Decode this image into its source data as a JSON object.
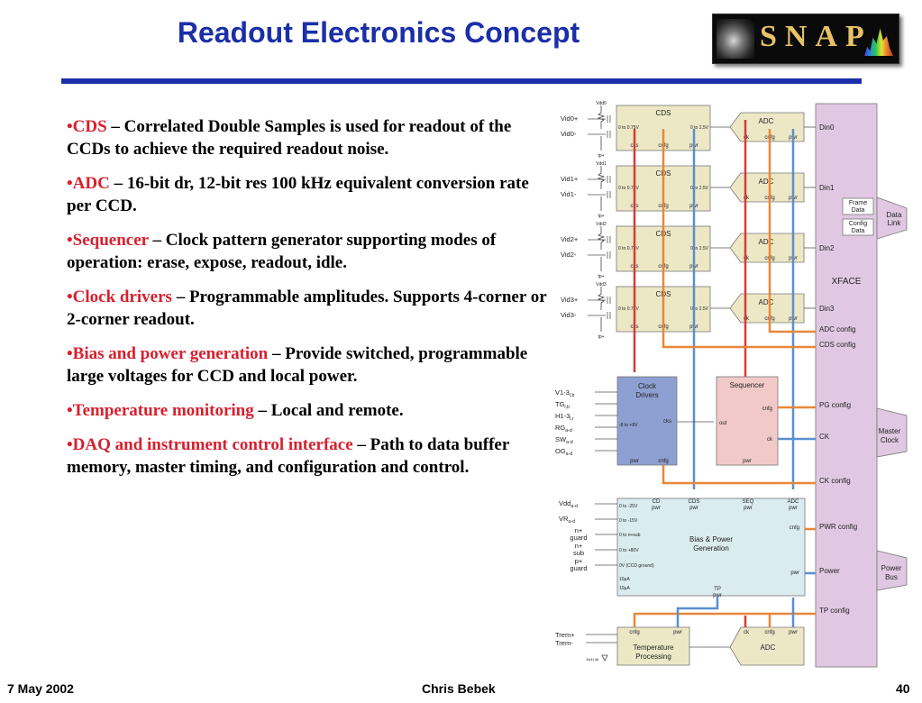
{
  "title": "Readout Electronics Concept",
  "logo": {
    "text": "SNAP"
  },
  "bullets": [
    {
      "term": "CDS",
      "text": " – Correlated Double Samples is used for readout of the CCDs to achieve the required readout noise."
    },
    {
      "term": "ADC",
      "text": " – 16-bit dr, 12-bit res 100 kHz equivalent conversion rate per CCD."
    },
    {
      "term": "Sequencer",
      "text": " – Clock pattern generator supporting modes of operation: erase, expose, readout, idle."
    },
    {
      "term": "Clock drivers",
      "text": " – Programmable amplitudes.  Supports 4-corner or 2-corner readout."
    },
    {
      "term": "Bias and power generation",
      "text": " – Provide switched, programmable large voltages for CCD and local power."
    },
    {
      "term": "Temperature monitoring",
      "text": " – Local and remote."
    },
    {
      "term": "DAQ and instrument control interface",
      "text": " – Path to data buffer memory, master timing, and configuration and control."
    }
  ],
  "footer": {
    "date": "7 May 2002",
    "author": "Chris Bebek",
    "page": "40"
  },
  "diagram": {
    "channels": [
      {
        "vdd": "Vdd0",
        "vp": "Vid0+",
        "vm": "Vid0-",
        "din": "Din0"
      },
      {
        "vdd": "Vdd1",
        "vp": "Vid1+",
        "vm": "Vid1-",
        "din": "Din1"
      },
      {
        "vdd": "Vdd2",
        "vp": "Vid2+",
        "vm": "Vid2-",
        "din": "Din2"
      },
      {
        "vdd": "Vdd3",
        "vp": "Vid3+",
        "vm": "Vid3-",
        "din": "Din3"
      }
    ],
    "cds": {
      "title": "CDS",
      "range_in": "0 to 0.75V",
      "range_out": "0 to 2.5V",
      "cks": "cks",
      "cnfg": "cnfg",
      "pwr": "pwr",
      "tp": "tp+"
    },
    "adc": {
      "title": "ADC",
      "ck": "ck",
      "cnfg": "cnfg",
      "pwr": "pwr"
    },
    "xface": "XFACE",
    "frame_data": "Frame Data",
    "config_data": "Config Data",
    "data_link": "Data Link",
    "master_clock": "Master Clock",
    "power_bus": "Power Bus",
    "xface_labels": [
      "ADC config",
      "CDS config",
      "PG config",
      "CK",
      "CK config",
      "PWR config",
      "Power",
      "TP config"
    ],
    "clock_drivers": {
      "title": "Clock Drivers",
      "range": "-8 to +8V",
      "cks": "cks",
      "pwr": "pwr",
      "cnfg": "cnfg",
      "inputs": [
        "V1-3",
        "TG",
        "H1-3",
        "RG",
        "SW",
        "OG"
      ],
      "subs": [
        "l,b",
        "l,b",
        "l,r",
        "a-d",
        "a-d",
        "a-d"
      ]
    },
    "sequencer": {
      "title": "Sequencer",
      "cnfg": "cnfg",
      "out": "out",
      "ck": "ck",
      "pwr": "pwr"
    },
    "bias": {
      "title": "Bias & Power Generation",
      "tops": [
        "CD pwr",
        "CDS pwr",
        "SEQ pwr",
        "ADC pwr"
      ],
      "ranges": [
        "0 to -25V",
        "0 to -15V",
        "0 to n+sub",
        "0 to +80V",
        "0V (CCD ground)",
        "10µA",
        "10µA"
      ],
      "cnfg": "cnfg",
      "pwr": "pwr",
      "tp": "TP pwr"
    },
    "bias_inputs": [
      {
        "main": "Vdd",
        "sub": "a-d"
      },
      {
        "main": "VR",
        "sub": "a-d"
      },
      {
        "main": "n+ guard",
        "sub": ""
      },
      {
        "main": "n+ sub",
        "sub": ""
      },
      {
        "main": "p+ guard",
        "sub": ""
      }
    ],
    "temp": {
      "title": "Temperature Processing",
      "cnfg": "cnfg",
      "pwr": "pwr",
      "inputs": [
        "Trem+",
        "Trem-"
      ],
      "sensor": "1N4148"
    },
    "adc_bottom": {
      "title": "ADC",
      "ck": "ck",
      "cnfg": "cnfg",
      "pwr": "pwr"
    },
    "colors": {
      "red": "#d83a3a",
      "orange": "#e8873a",
      "blue": "#5b8fd0",
      "cds_fill": "#f4d9c2",
      "cds_ch_fill": "#ece8c6",
      "xface_fill": "#e0c8e2",
      "clock_fill": "#8e9fd2",
      "seq_fill": "#f2c9c9",
      "bias_fill": "#dbecf0"
    }
  }
}
